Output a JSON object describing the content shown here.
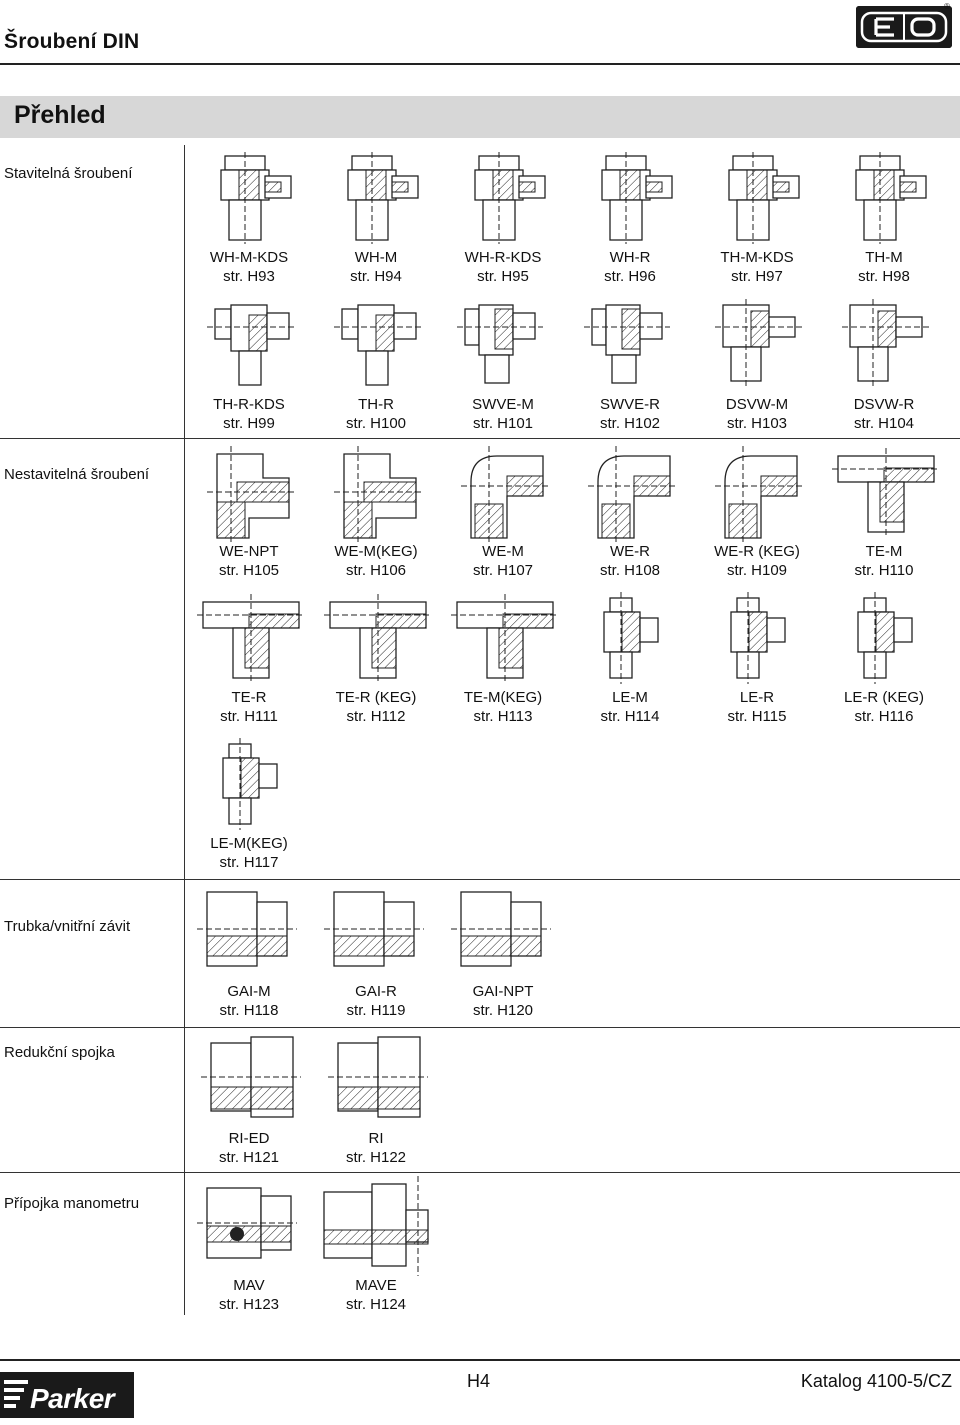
{
  "header": {
    "title": "Šroubení DIN",
    "reg_mark": "®"
  },
  "section": {
    "title": "Přehled"
  },
  "categories": [
    {
      "label": "Stavitelná šroubení"
    },
    {
      "label": "Nestavitelná šroubení"
    },
    {
      "label": "Trubka/vnitřní závit"
    },
    {
      "label": "Redukční spojka"
    },
    {
      "label": "Přípojka manometru"
    }
  ],
  "items": [
    {
      "name": "WH-M-KDS",
      "ref": "str. H93"
    },
    {
      "name": "WH-M",
      "ref": "str. H94"
    },
    {
      "name": "WH-R-KDS",
      "ref": "str. H95"
    },
    {
      "name": "WH-R",
      "ref": "str. H96"
    },
    {
      "name": "TH-M-KDS",
      "ref": "str. H97"
    },
    {
      "name": "TH-M",
      "ref": "str. H98"
    },
    {
      "name": "TH-R-KDS",
      "ref": "str. H99"
    },
    {
      "name": "TH-R",
      "ref": "str. H100"
    },
    {
      "name": "SWVE-M",
      "ref": "str. H101"
    },
    {
      "name": "SWVE-R",
      "ref": "str. H102"
    },
    {
      "name": "DSVW-M",
      "ref": "str. H103"
    },
    {
      "name": "DSVW-R",
      "ref": "str. H104"
    },
    {
      "name": "WE-NPT",
      "ref": "str. H105"
    },
    {
      "name": "WE-M(KEG)",
      "ref": "str. H106"
    },
    {
      "name": "WE-M",
      "ref": "str. H107"
    },
    {
      "name": "WE-R",
      "ref": "str. H108"
    },
    {
      "name": "WE-R (KEG)",
      "ref": "str. H109"
    },
    {
      "name": "TE-M",
      "ref": "str.  H110"
    },
    {
      "name": "TE-R",
      "ref": "str. H111"
    },
    {
      "name": "TE-R (KEG)",
      "ref": "str. H112"
    },
    {
      "name": "TE-M(KEG)",
      "ref": "str. H113"
    },
    {
      "name": "LE-M",
      "ref": "str. H114"
    },
    {
      "name": "LE-R",
      "ref": "str. H115"
    },
    {
      "name": "LE-R (KEG)",
      "ref": "str. H116"
    },
    {
      "name": "LE-M(KEG)",
      "ref": "str. H117"
    },
    {
      "name": "GAI-M",
      "ref": "str. H118"
    },
    {
      "name": "GAI-R",
      "ref": "str. H119"
    },
    {
      "name": "GAI-NPT",
      "ref": "str. H120"
    },
    {
      "name": "RI-ED",
      "ref": "str. H121"
    },
    {
      "name": "RI",
      "ref": "str. H122"
    },
    {
      "name": "MAV",
      "ref": "str. H123"
    },
    {
      "name": "MAVE",
      "ref": "str. H124"
    }
  ],
  "footer": {
    "page": "H4",
    "catalog": "Katalog 4100-5/CZ"
  },
  "logos": {
    "top_right": "EO",
    "bottom_left": "Parker"
  }
}
